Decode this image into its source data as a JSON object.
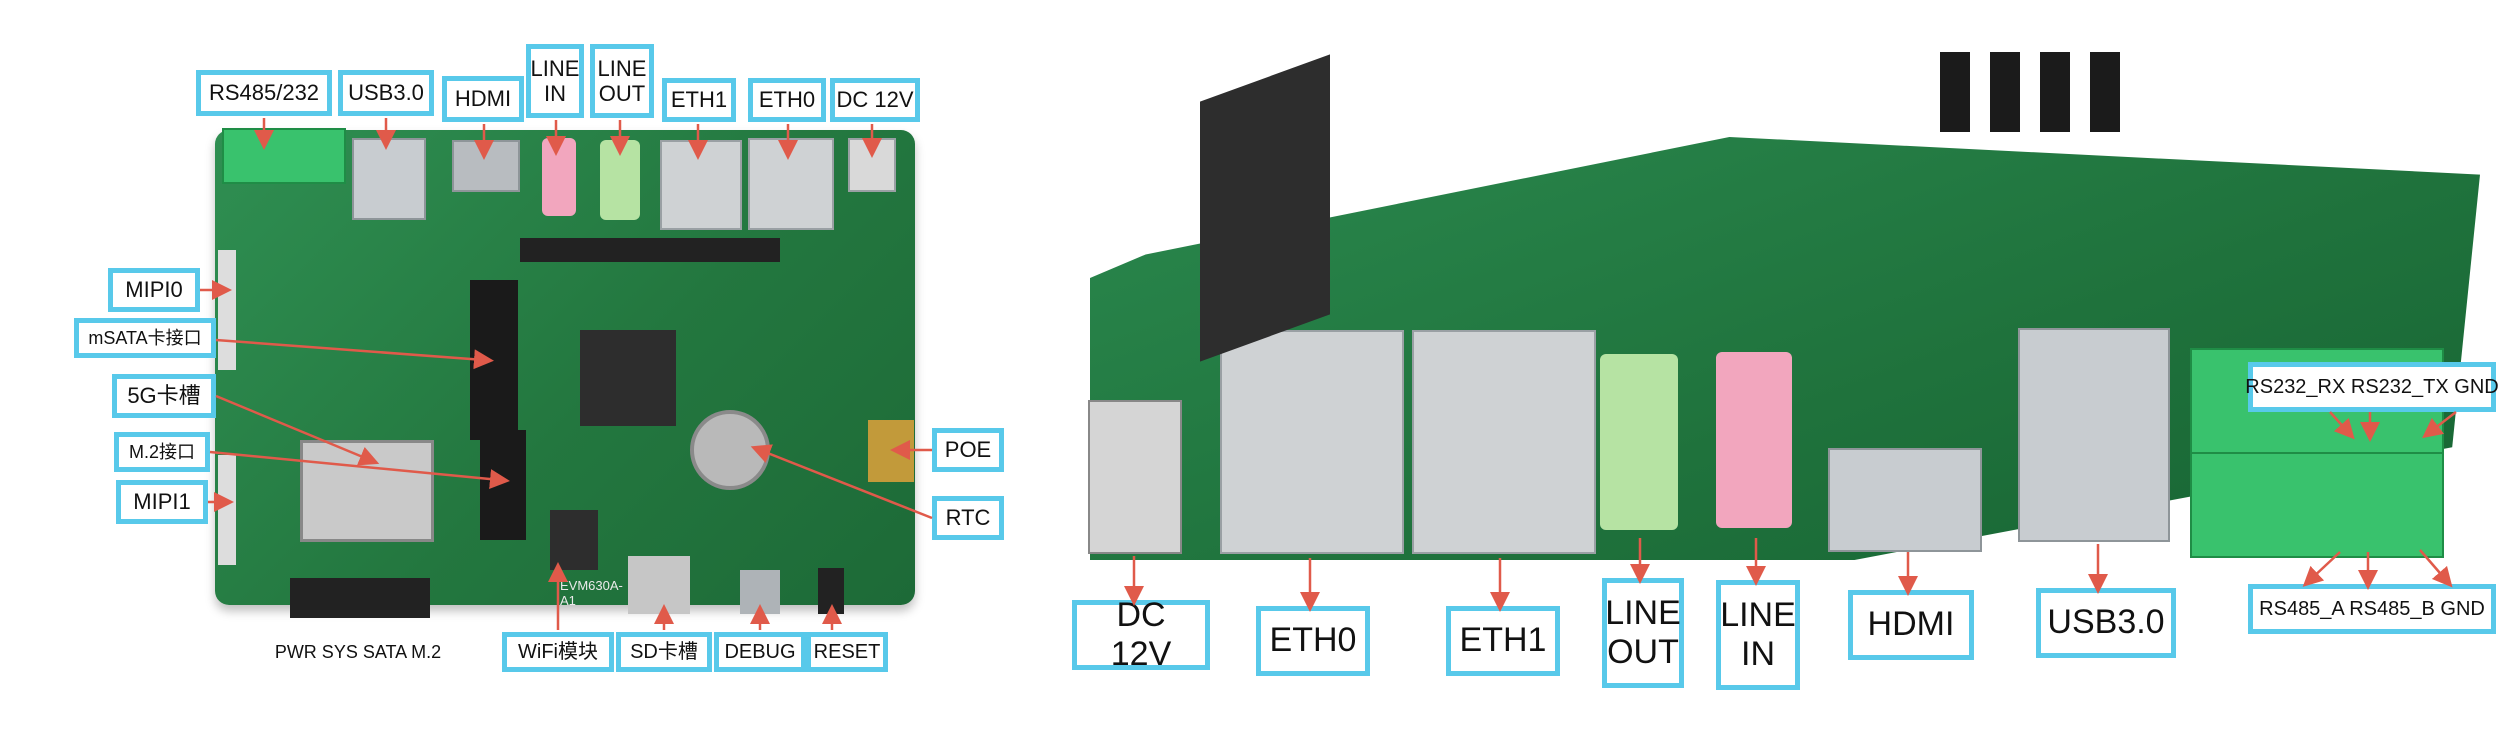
{
  "left_labels": {
    "rs485_232": "RS485/232",
    "usb30": "USB3.0",
    "hdmi": "HDMI",
    "line_in": "LINE IN",
    "line_out": "LINE OUT",
    "eth1": "ETH1",
    "eth0": "ETH0",
    "dc12v": "DC 12V",
    "mipi0": "MIPI0",
    "msata": "mSATA卡接口",
    "5g_slot": "5G卡槽",
    "m2_slot": "M.2接口",
    "mipi1": "MIPI1",
    "poe": "POE",
    "rtc": "RTC",
    "leds": "PWR SYS SATA M.2",
    "wifi": "WiFi模块",
    "sd_slot": "SD卡槽",
    "debug": "DEBUG",
    "reset": "RESET"
  },
  "right_labels": {
    "dc12v": "DC 12V",
    "eth0": "ETH0",
    "eth1": "ETH1",
    "line_out": "LINE OUT",
    "line_in": "LINE IN",
    "hdmi": "HDMI",
    "usb30": "USB3.0",
    "rs232_row": "RS232_RX RS232_TX GND",
    "rs485_row": "RS485_A RS485_B GND"
  },
  "board_silk": {
    "model": "EVM630A-A1"
  },
  "colors": {
    "label_border": "#58c9ea",
    "arrow": "#e05a4a",
    "pcb_green": "#23773f"
  }
}
